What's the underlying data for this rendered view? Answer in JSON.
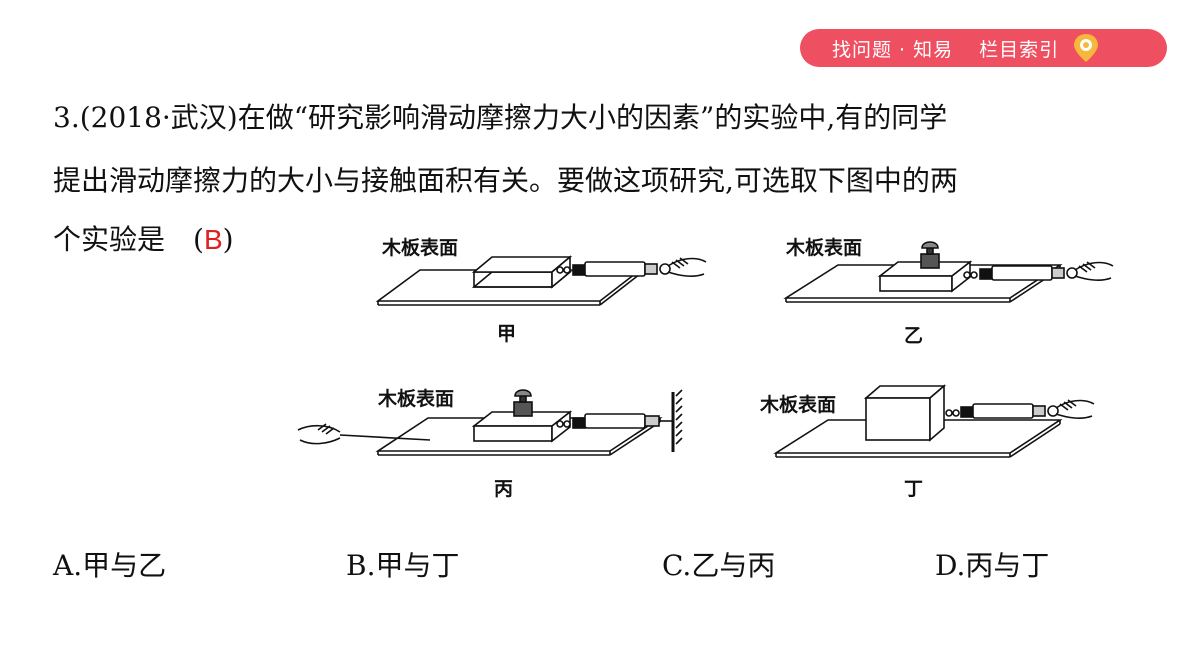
{
  "header": {
    "find_problem": "找问题 · 知易",
    "index": "栏目索引"
  },
  "question": {
    "line1": "3.(2018·武汉)在做“研究影响滑动摩擦力大小的因素”的实验中,有的同学",
    "line2": "提出滑动摩擦力的大小与接触面积有关。要做这项研究,可选取下图中的两",
    "line3_prefix": "个实验是　(",
    "answer": "B",
    "line3_suffix": ")"
  },
  "diagrams": [
    {
      "surface": "木板表面",
      "caption": "甲"
    },
    {
      "surface": "木板表面",
      "caption": "乙"
    },
    {
      "surface": "木板表面",
      "caption": "丙"
    },
    {
      "surface": "木板表面",
      "caption": "丁"
    }
  ],
  "options": {
    "a": "A.甲与乙",
    "b": "B.甲与丁",
    "c": "C.乙与丙",
    "d": "D.丙与丁"
  },
  "colors": {
    "nav_bg": "#ee4f61",
    "answer": "#e02020",
    "pin_outer": "#f6b73c"
  },
  "icons": {
    "nav_pin": "location-pin-icon"
  }
}
